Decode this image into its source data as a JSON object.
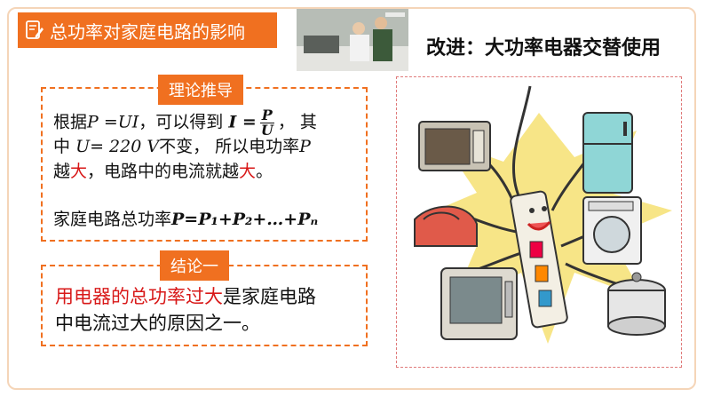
{
  "slide": {
    "title": "总功率对家庭电路的影响",
    "right_heading": "改进：大功率电器交替使用"
  },
  "theory": {
    "tag": "理论推导",
    "l1_a": "根据",
    "l1_formula": "P =UI",
    "l1_b": "，可以得到",
    "frac_lhs": "I =",
    "frac_num": "P",
    "frac_den": "U",
    "l1_c": "，  其",
    "l2_a": "中",
    "l2_formula": "U= 220 V",
    "l2_b": "不变，  所以电功率",
    "l2_var": "P",
    "l3_a": "越",
    "l3_big1": "大",
    "l3_b": "，电路中的电流就越",
    "l3_big2": "大",
    "l3_c": "。",
    "l4_a": "家庭电路总功率",
    "l4_formula": "P=P₁+P₂+…+Pₙ"
  },
  "conclusion": {
    "tag": "结论一",
    "l1_red": "用电器的总功率过大",
    "l1_black": "是家庭电路",
    "l2": "中电流过大的原因之一。"
  },
  "icons": {
    "doc": "document-edit-icon"
  },
  "colors": {
    "accent": "#f07020",
    "emphasis": "#d81818"
  }
}
